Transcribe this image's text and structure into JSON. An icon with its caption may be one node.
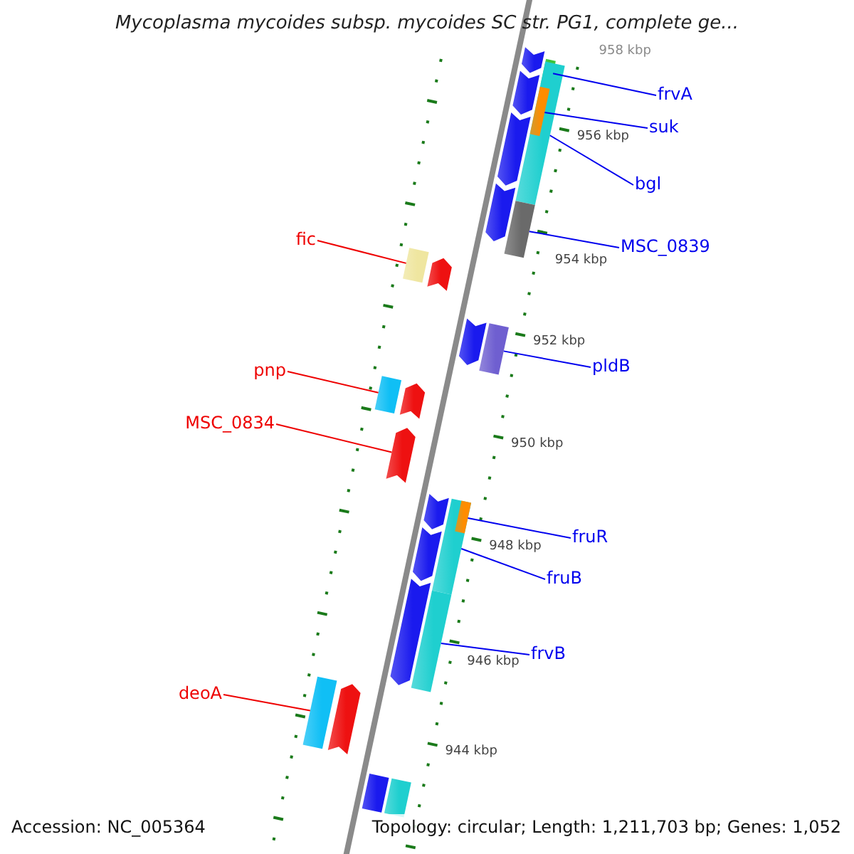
{
  "diagram": {
    "title": "Mycoplasma mycoides subsp. mycoides SC str. PG1, complete ge...",
    "nodes": [
      {
        "text": [
          "frvA"
        ]
      },
      {
        "text": [
          "suk"
        ]
      },
      {
        "text": [
          "bgl"
        ]
      },
      {
        "text": [
          "fic"
        ]
      },
      {
        "text": [
          "MSC_0839"
        ]
      },
      {
        "text": [
          "pldB"
        ]
      },
      {
        "text": [
          "pnp"
        ]
      },
      {
        "text": [
          "MSC_0834"
        ]
      },
      {
        "text": [
          "fruR"
        ]
      },
      {
        "text": [
          "fruB"
        ]
      },
      {
        "text": [
          "frvB"
        ]
      },
      {
        "text": [
          "deoA"
        ]
      },
      {
        "text": [],
        "shape": "arrow"
      },
      {
        "text": [],
        "shape": "bar"
      },
      {
        "text": [],
        "shape": "bar"
      },
      {
        "text": [],
        "shape": "arrow"
      },
      {
        "text": [],
        "shape": "bar",
        "in": 14
      },
      {
        "text": [],
        "shape": "arrow"
      },
      {
        "text": [],
        "shape": "arrow"
      },
      {
        "text": [],
        "shape": "bar"
      },
      {
        "text": [],
        "shape": "bar"
      },
      {
        "text": [],
        "shape": "arrow"
      },
      {
        "text": [],
        "shape": "arrow"
      },
      {
        "text": [],
        "shape": "bar"
      },
      {
        "text": [],
        "shape": "bar"
      },
      {
        "text": [],
        "shape": "arrow"
      },
      {
        "text": [],
        "shape": "arrow"
      },
      {
        "text": [],
        "shape": "arrow"
      },
      {
        "text": [],
        "shape": "bar"
      },
      {
        "text": [],
        "shape": "bar",
        "in": 28
      },
      {
        "text": [],
        "shape": "arrow"
      },
      {
        "text": [],
        "shape": "arrow"
      },
      {
        "text": [],
        "shape": "bar"
      },
      {
        "text": [],
        "shape": "bar"
      },
      {
        "text": [],
        "shape": "arrow"
      },
      {
        "text": [],
        "shape": "bar"
      },
      {
        "text": [],
        "shape": "bar"
      }
    ],
    "edges": [
      {
        "from": 0,
        "to": 13,
        "arrow": "none"
      },
      {
        "from": 1,
        "to": 16,
        "arrow": "none"
      },
      {
        "from": 2,
        "to": 14,
        "arrow": "none"
      },
      {
        "from": 3,
        "to": 20,
        "arrow": "none",
        "color": "#ee0000"
      },
      {
        "from": 4,
        "to": 19,
        "arrow": "none"
      },
      {
        "from": 5,
        "to": 23,
        "arrow": "none"
      },
      {
        "from": 6,
        "to": 24,
        "arrow": "none",
        "color": "#ee0000"
      },
      {
        "from": 7,
        "to": 26,
        "arrow": "none",
        "color": "#ee0000"
      },
      {
        "from": 8,
        "to": 29,
        "arrow": "none"
      },
      {
        "from": 9,
        "to": 28,
        "arrow": "none"
      },
      {
        "from": 10,
        "to": 32,
        "arrow": "none"
      },
      {
        "from": 11,
        "to": 33,
        "arrow": "none",
        "color": "#ee0000"
      }
    ],
    "labels": [
      "958 kbp",
      "956 kbp",
      "954 kbp",
      "952 kbp",
      "950 kbp",
      "948 kbp",
      "946 kbp",
      "944 kbp",
      "Accession: NC_005364",
      "Topology: circular; Length: 1,211,703 bp; Genes: 1,052"
    ]
  }
}
